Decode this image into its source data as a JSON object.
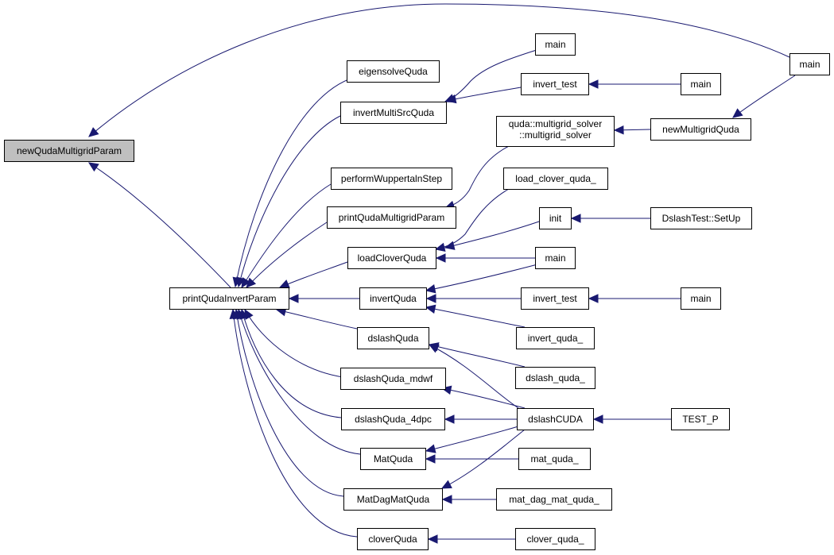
{
  "graph": {
    "nodes": [
      {
        "id": "newQudaMultigridParam",
        "lines": [
          "newQudaMultigridParam"
        ],
        "highlight": true
      },
      {
        "id": "main_a",
        "lines": [
          "main"
        ]
      },
      {
        "id": "main_b",
        "lines": [
          "main"
        ]
      },
      {
        "id": "eigensolveQuda",
        "lines": [
          "eigensolveQuda"
        ]
      },
      {
        "id": "invertMultiSrcQuda",
        "lines": [
          "invertMultiSrcQuda"
        ]
      },
      {
        "id": "invert_test_a",
        "lines": [
          "invert_test"
        ]
      },
      {
        "id": "main_c",
        "lines": [
          "main"
        ]
      },
      {
        "id": "multigrid_solver",
        "lines": [
          "quda::multigrid_solver",
          "::multigrid_solver"
        ]
      },
      {
        "id": "newMultigridQuda",
        "lines": [
          "newMultigridQuda"
        ]
      },
      {
        "id": "performWuppertalnStep",
        "lines": [
          "performWuppertalnStep"
        ]
      },
      {
        "id": "load_clover_quda_",
        "lines": [
          "load_clover_quda_"
        ]
      },
      {
        "id": "printQudaMultigridParam",
        "lines": [
          "printQudaMultigridParam"
        ]
      },
      {
        "id": "init",
        "lines": [
          "init"
        ]
      },
      {
        "id": "DslashTest_SetUp",
        "lines": [
          "DslashTest::SetUp"
        ]
      },
      {
        "id": "loadCloverQuda",
        "lines": [
          "loadCloverQuda"
        ]
      },
      {
        "id": "main_d",
        "lines": [
          "main"
        ]
      },
      {
        "id": "printQudaInvertParam",
        "lines": [
          "printQudaInvertParam"
        ]
      },
      {
        "id": "invertQuda",
        "lines": [
          "invertQuda"
        ]
      },
      {
        "id": "invert_test_b",
        "lines": [
          "invert_test"
        ]
      },
      {
        "id": "main_e",
        "lines": [
          "main"
        ]
      },
      {
        "id": "invert_quda_",
        "lines": [
          "invert_quda_"
        ]
      },
      {
        "id": "dslashQuda",
        "lines": [
          "dslashQuda"
        ]
      },
      {
        "id": "dslash_quda_",
        "lines": [
          "dslash_quda_"
        ]
      },
      {
        "id": "dslashQuda_mdwf",
        "lines": [
          "dslashQuda_mdwf"
        ]
      },
      {
        "id": "dslashQuda_4dpc",
        "lines": [
          "dslashQuda_4dpc"
        ]
      },
      {
        "id": "dslashCUDA",
        "lines": [
          "dslashCUDA"
        ]
      },
      {
        "id": "TEST_P",
        "lines": [
          "TEST_P"
        ]
      },
      {
        "id": "MatQuda",
        "lines": [
          "MatQuda"
        ]
      },
      {
        "id": "mat_quda_",
        "lines": [
          "mat_quda_"
        ]
      },
      {
        "id": "MatDagMatQuda",
        "lines": [
          "MatDagMatQuda"
        ]
      },
      {
        "id": "mat_dag_mat_quda_",
        "lines": [
          "mat_dag_mat_quda_"
        ]
      },
      {
        "id": "cloverQuda",
        "lines": [
          "cloverQuda"
        ]
      },
      {
        "id": "clover_quda_",
        "lines": [
          "clover_quda_"
        ]
      }
    ],
    "edges": [
      {
        "from": "main_a",
        "to": "newQudaMultigridParam"
      },
      {
        "from": "printQudaInvertParam",
        "to": "newQudaMultigridParam"
      },
      {
        "from": "main_b",
        "to": "invertMultiSrcQuda"
      },
      {
        "from": "invert_test_a",
        "to": "invertMultiSrcQuda"
      },
      {
        "from": "main_c",
        "to": "invert_test_a"
      },
      {
        "from": "newMultigridQuda",
        "to": "multigrid_solver"
      },
      {
        "from": "main_a",
        "to": "newMultigridQuda"
      },
      {
        "from": "multigrid_solver",
        "to": "printQudaMultigridParam"
      },
      {
        "from": "load_clover_quda_",
        "to": "loadCloverQuda"
      },
      {
        "from": "init",
        "to": "loadCloverQuda"
      },
      {
        "from": "DslashTest_SetUp",
        "to": "init"
      },
      {
        "from": "main_d",
        "to": "loadCloverQuda"
      },
      {
        "from": "main_d",
        "to": "invertQuda"
      },
      {
        "from": "invert_test_b",
        "to": "invertQuda"
      },
      {
        "from": "main_e",
        "to": "invert_test_b"
      },
      {
        "from": "invert_quda_",
        "to": "invertQuda"
      },
      {
        "from": "dslash_quda_",
        "to": "dslashQuda"
      },
      {
        "from": "dslashCUDA",
        "to": "dslashQuda"
      },
      {
        "from": "dslashCUDA",
        "to": "dslashQuda_mdwf"
      },
      {
        "from": "dslashCUDA",
        "to": "dslashQuda_4dpc"
      },
      {
        "from": "TEST_P",
        "to": "dslashCUDA"
      },
      {
        "from": "dslashCUDA",
        "to": "MatQuda"
      },
      {
        "from": "mat_quda_",
        "to": "MatQuda"
      },
      {
        "from": "dslashCUDA",
        "to": "MatDagMatQuda"
      },
      {
        "from": "mat_dag_mat_quda_",
        "to": "MatDagMatQuda"
      },
      {
        "from": "clover_quda_",
        "to": "cloverQuda"
      },
      {
        "from": "eigensolveQuda",
        "to": "printQudaInvertParam"
      },
      {
        "from": "invertMultiSrcQuda",
        "to": "printQudaInvertParam"
      },
      {
        "from": "performWuppertalnStep",
        "to": "printQudaInvertParam"
      },
      {
        "from": "printQudaMultigridParam",
        "to": "printQudaInvertParam"
      },
      {
        "from": "loadCloverQuda",
        "to": "printQudaInvertParam"
      },
      {
        "from": "invertQuda",
        "to": "printQudaInvertParam"
      },
      {
        "from": "dslashQuda",
        "to": "printQudaInvertParam"
      },
      {
        "from": "dslashQuda_mdwf",
        "to": "printQudaInvertParam"
      },
      {
        "from": "dslashQuda_4dpc",
        "to": "printQudaInvertParam"
      },
      {
        "from": "MatQuda",
        "to": "printQudaInvertParam"
      },
      {
        "from": "MatDagMatQuda",
        "to": "printQudaInvertParam"
      },
      {
        "from": "cloverQuda",
        "to": "printQudaInvertParam"
      }
    ]
  },
  "colors": {
    "edge": "#191970",
    "node_border": "#000000",
    "node_fill": "#ffffff",
    "highlight_fill": "#bfbfbf",
    "background": "#ffffff"
  }
}
